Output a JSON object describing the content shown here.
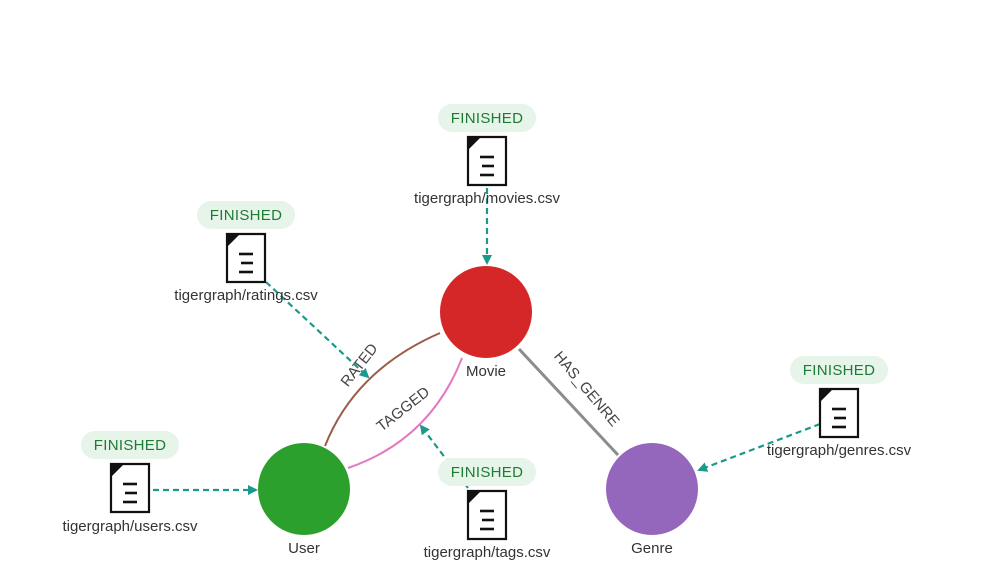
{
  "colors": {
    "movie": "#d62728",
    "user": "#2ca02c",
    "genre": "#9467bd",
    "rated_edge": "#9b5c4a",
    "tagged_edge": "#e377c2",
    "has_genre_edge": "#8c8c8c",
    "mapping_arrow": "#1a9a8a",
    "badge_bg": "#e6f4ea",
    "badge_text": "#1e7b34"
  },
  "vertices": {
    "movie": {
      "label": "Movie"
    },
    "user": {
      "label": "User"
    },
    "genre": {
      "label": "Genre"
    }
  },
  "edges": {
    "rated": {
      "label": "RATED"
    },
    "tagged": {
      "label": "TAGGED"
    },
    "has_genre": {
      "label": "HAS_GENRE"
    }
  },
  "files": {
    "movies": {
      "name": "tigergraph/movies.csv",
      "status": "FINISHED",
      "icon": "document-icon"
    },
    "ratings": {
      "name": "tigergraph/ratings.csv",
      "status": "FINISHED",
      "icon": "document-icon"
    },
    "users": {
      "name": "tigergraph/users.csv",
      "status": "FINISHED",
      "icon": "document-icon"
    },
    "tags": {
      "name": "tigergraph/tags.csv",
      "status": "FINISHED",
      "icon": "document-icon"
    },
    "genres": {
      "name": "tigergraph/genres.csv",
      "status": "FINISHED",
      "icon": "document-icon"
    }
  }
}
